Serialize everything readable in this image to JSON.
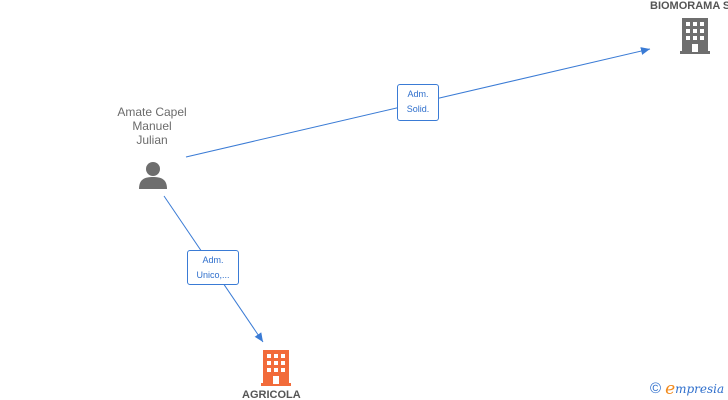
{
  "nodes": {
    "person": {
      "name": "Amate Capel\nManuel\nJulian",
      "icon": "person-icon",
      "color": "#6e6e6e"
    },
    "company_top": {
      "name": "BIOMORAMA S",
      "icon": "building-icon",
      "color": "#6e6e6e"
    },
    "company_bottom": {
      "name": "AGRICOLA",
      "icon": "building-icon",
      "color": "#f26b3a"
    }
  },
  "edges": [
    {
      "from": "person",
      "to": "company_top",
      "label": "Adm.\nSolid."
    },
    {
      "from": "person",
      "to": "company_bottom",
      "label": "Adm.\nUnico,..."
    }
  ],
  "edge_color": "#3a7bd5",
  "brand": {
    "copyright": "©",
    "initial": "e",
    "rest": "mpresia"
  }
}
